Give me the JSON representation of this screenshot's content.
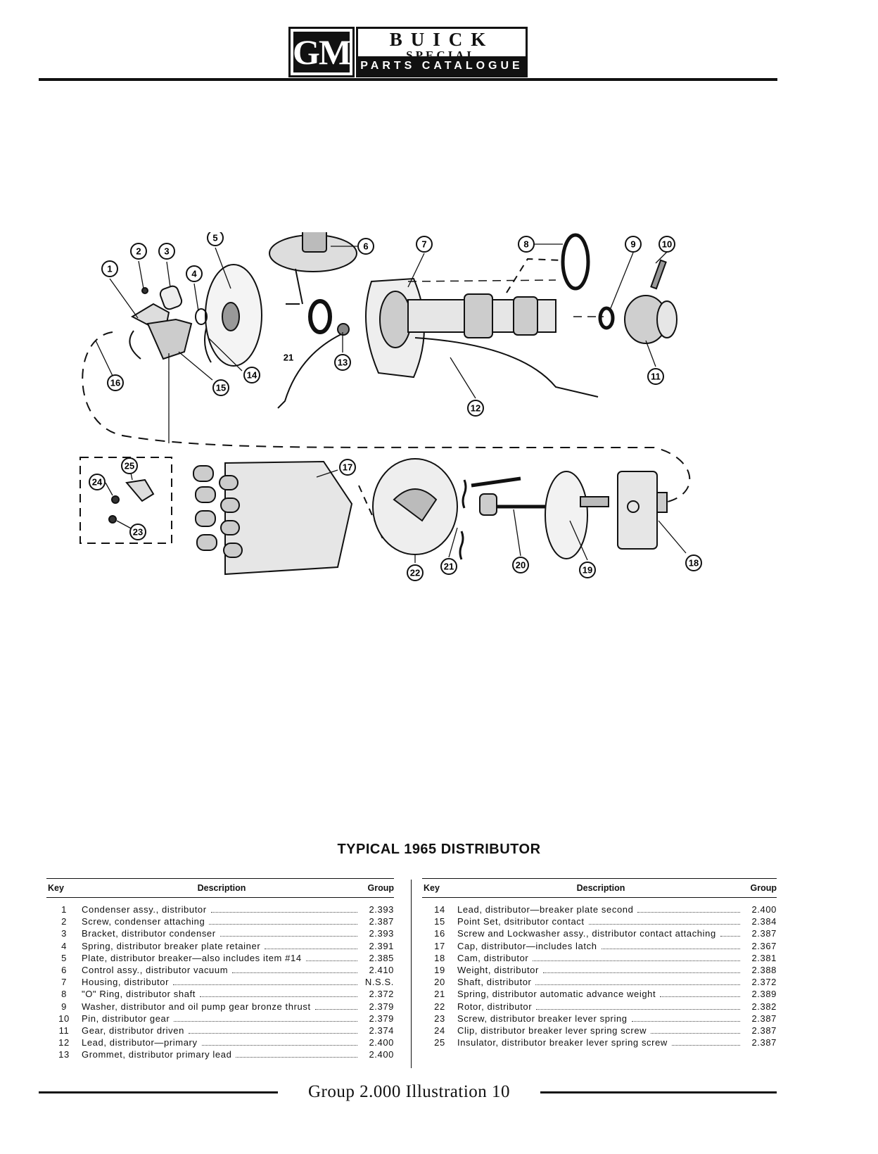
{
  "header": {
    "logo": "GM",
    "brand": "BUICK",
    "model": "SPECIAL",
    "subtitle": "PARTS CATALOGUE"
  },
  "diagram": {
    "callouts": [
      "1",
      "2",
      "3",
      "4",
      "5",
      "6",
      "7",
      "8",
      "9",
      "10",
      "11",
      "12",
      "13",
      "14",
      "15",
      "16",
      "17",
      "18",
      "19",
      "20",
      "21",
      "21",
      "22",
      "23",
      "24",
      "25"
    ]
  },
  "title": "TYPICAL 1965 DISTRIBUTOR",
  "table_headers": {
    "key": "Key",
    "description": "Description",
    "group": "Group"
  },
  "parts_left": [
    {
      "key": "1",
      "desc": "Condenser assy., distributor",
      "group": "2.393"
    },
    {
      "key": "2",
      "desc": "Screw, condenser attaching",
      "group": "2.387"
    },
    {
      "key": "3",
      "desc": "Bracket, distributor condenser",
      "group": "2.393"
    },
    {
      "key": "4",
      "desc": "Spring, distributor breaker plate retainer",
      "group": "2.391"
    },
    {
      "key": "5",
      "desc": "Plate, distributor breaker—also includes item #14",
      "group": "2.385"
    },
    {
      "key": "6",
      "desc": "Control assy., distributor vacuum",
      "group": "2.410"
    },
    {
      "key": "7",
      "desc": "Housing, distributor",
      "group": "N.S.S."
    },
    {
      "key": "8",
      "desc": "\"O\" Ring, distributor shaft",
      "group": "2.372"
    },
    {
      "key": "9",
      "desc": "Washer, distributor and oil pump gear bronze thrust",
      "group": "2.379"
    },
    {
      "key": "10",
      "desc": "Pin, distributor gear",
      "group": "2.379"
    },
    {
      "key": "11",
      "desc": "Gear, distributor driven",
      "group": "2.374"
    },
    {
      "key": "12",
      "desc": "Lead, distributor—primary",
      "group": "2.400"
    },
    {
      "key": "13",
      "desc": "Grommet, distributor primary lead",
      "group": "2.400"
    }
  ],
  "parts_right": [
    {
      "key": "14",
      "desc": "Lead, distributor—breaker plate second",
      "group": "2.400"
    },
    {
      "key": "15",
      "desc": "Point Set, dsitributor contact",
      "group": "2.384"
    },
    {
      "key": "16",
      "desc": "Screw and Lockwasher assy., distributor contact attaching",
      "group": "2.387"
    },
    {
      "key": "17",
      "desc": "Cap, distributor—includes latch",
      "group": "2.367"
    },
    {
      "key": "18",
      "desc": "Cam, distributor",
      "group": "2.381"
    },
    {
      "key": "19",
      "desc": "Weight, distributor",
      "group": "2.388"
    },
    {
      "key": "20",
      "desc": "Shaft, distributor",
      "group": "2.372"
    },
    {
      "key": "21",
      "desc": "Spring, distributor automatic advance weight",
      "group": "2.389"
    },
    {
      "key": "22",
      "desc": "Rotor, distributor",
      "group": "2.382"
    },
    {
      "key": "23",
      "desc": "Screw, distributor breaker lever spring",
      "group": "2.387"
    },
    {
      "key": "24",
      "desc": "Clip, distributor breaker lever spring screw",
      "group": "2.387"
    },
    {
      "key": "25",
      "desc": "Insulator, distributor breaker lever spring screw",
      "group": "2.387"
    }
  ],
  "footer": "Group 2.000 Illustration 10"
}
